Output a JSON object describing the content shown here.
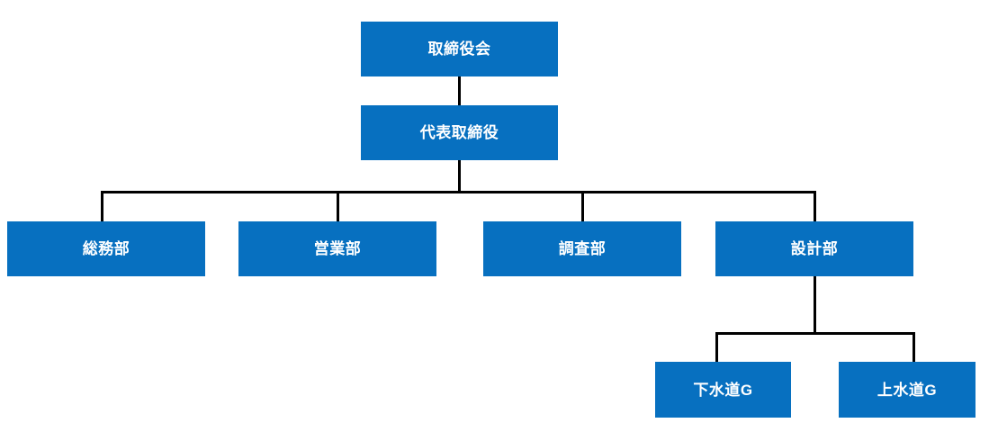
{
  "chart": {
    "type": "org-chart",
    "title": "",
    "theme": {
      "node_fill": "#0770c0",
      "node_text": "#ffffff",
      "connector": "#000000",
      "background": "#ffffff"
    },
    "levels": [
      {
        "level": 1,
        "nodes": [
          {
            "id": "board",
            "label": "取締役会"
          }
        ]
      },
      {
        "level": 2,
        "nodes": [
          {
            "id": "ceo",
            "label": "代表取締役"
          }
        ]
      },
      {
        "level": 3,
        "nodes": [
          {
            "id": "general-affairs",
            "label": "総務部"
          },
          {
            "id": "sales",
            "label": "営業部"
          },
          {
            "id": "survey",
            "label": "調査部"
          },
          {
            "id": "design",
            "label": "設計部"
          }
        ]
      },
      {
        "level": 4,
        "nodes": [
          {
            "id": "sewerage-group",
            "label": "下水道G"
          },
          {
            "id": "waterworks-group",
            "label": "上水道G"
          }
        ]
      }
    ],
    "edges": [
      {
        "from": "board",
        "to": "ceo"
      },
      {
        "from": "ceo",
        "to": "general-affairs"
      },
      {
        "from": "ceo",
        "to": "sales"
      },
      {
        "from": "ceo",
        "to": "survey"
      },
      {
        "from": "ceo",
        "to": "design"
      },
      {
        "from": "design",
        "to": "sewerage-group"
      },
      {
        "from": "design",
        "to": "waterworks-group"
      }
    ]
  }
}
